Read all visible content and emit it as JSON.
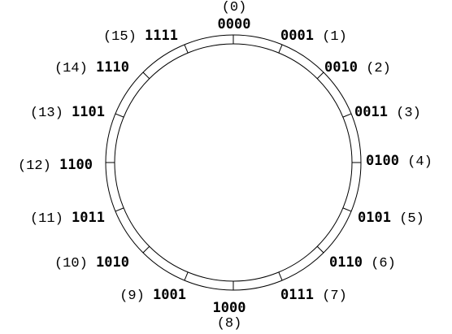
{
  "diagram": {
    "sectors": [
      {
        "index": 0,
        "binary": "0000",
        "decimal": "(0)"
      },
      {
        "index": 1,
        "binary": "0001",
        "decimal": "(1)"
      },
      {
        "index": 2,
        "binary": "0010",
        "decimal": "(2)"
      },
      {
        "index": 3,
        "binary": "0011",
        "decimal": "(3)"
      },
      {
        "index": 4,
        "binary": "0100",
        "decimal": "(4)"
      },
      {
        "index": 5,
        "binary": "0101",
        "decimal": "(5)"
      },
      {
        "index": 6,
        "binary": "0110",
        "decimal": "(6)"
      },
      {
        "index": 7,
        "binary": "0111",
        "decimal": "(7)"
      },
      {
        "index": 8,
        "binary": "1000",
        "decimal": "(8)"
      },
      {
        "index": 9,
        "binary": "1001",
        "decimal": "(9)"
      },
      {
        "index": 10,
        "binary": "1010",
        "decimal": "(10)"
      },
      {
        "index": 11,
        "binary": "1011",
        "decimal": "(11)"
      },
      {
        "index": 12,
        "binary": "1100",
        "decimal": "(12)"
      },
      {
        "index": 13,
        "binary": "1101",
        "decimal": "(13)"
      },
      {
        "index": 14,
        "binary": "1110",
        "decimal": "(14)"
      },
      {
        "index": 15,
        "binary": "1111",
        "decimal": "(15)"
      }
    ]
  }
}
